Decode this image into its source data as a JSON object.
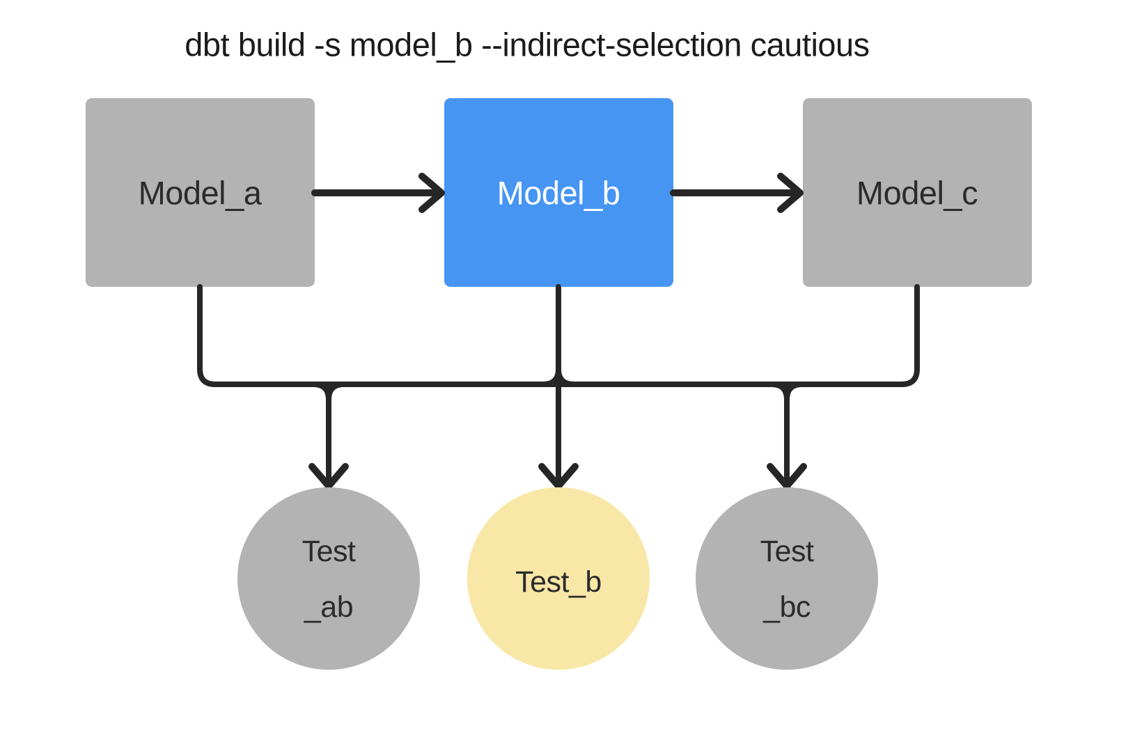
{
  "title": "dbt build -s model_b --indirect-selection cautious",
  "colors": {
    "background": "#FFFFFF",
    "node_gray": "#B3B3B3",
    "node_selected_blue": "#4695F3",
    "test_included_yellow": "#F8E7A6",
    "edge_dark": "#262626",
    "label_dark": "#2B2B2B",
    "label_light": "#FFFFFF"
  },
  "models": [
    {
      "id": "model_a",
      "label": "Model_a"
    },
    {
      "id": "model_b",
      "label": "Model_b"
    },
    {
      "id": "model_c",
      "label": "Model_c"
    }
  ],
  "tests": [
    {
      "id": "test_ab",
      "label_line1": "Test",
      "label_line2": "_ab"
    },
    {
      "id": "test_b",
      "label": "Test_b"
    },
    {
      "id": "test_bc",
      "label_line1": "Test",
      "label_line2": "_bc"
    }
  ],
  "edges": [
    {
      "from": "model_a",
      "to": "model_b"
    },
    {
      "from": "model_b",
      "to": "model_c"
    },
    {
      "from": "model_a",
      "to": "test_ab"
    },
    {
      "from": "model_b",
      "to": "test_ab"
    },
    {
      "from": "model_b",
      "to": "test_b"
    },
    {
      "from": "model_b",
      "to": "test_bc"
    },
    {
      "from": "model_c",
      "to": "test_bc"
    }
  ]
}
